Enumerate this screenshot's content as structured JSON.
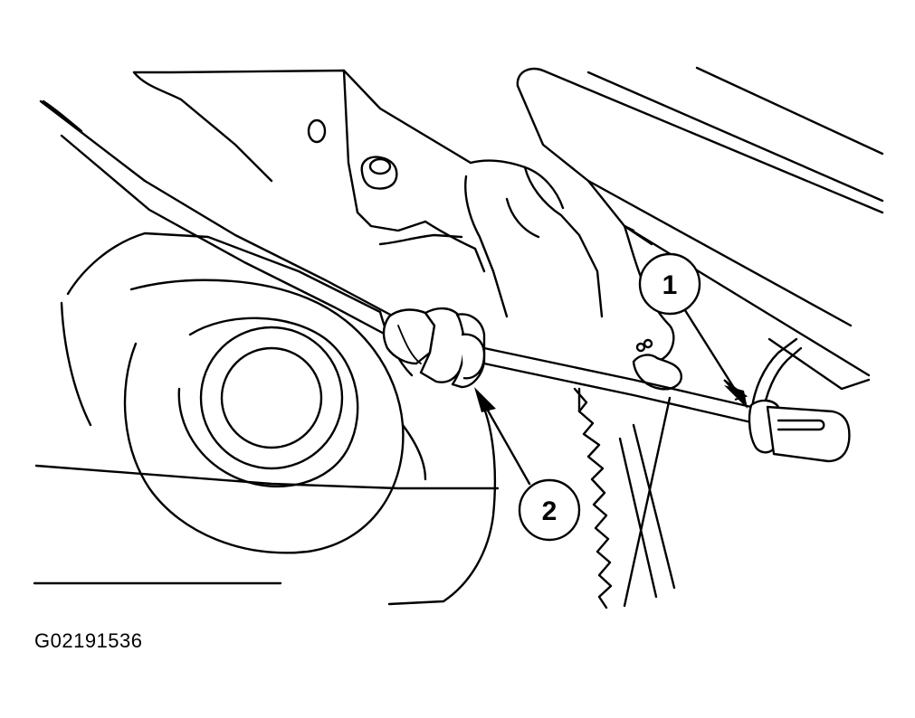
{
  "figure": {
    "id": "G02191536",
    "callouts": [
      {
        "label": "1"
      },
      {
        "label": "2"
      }
    ]
  }
}
